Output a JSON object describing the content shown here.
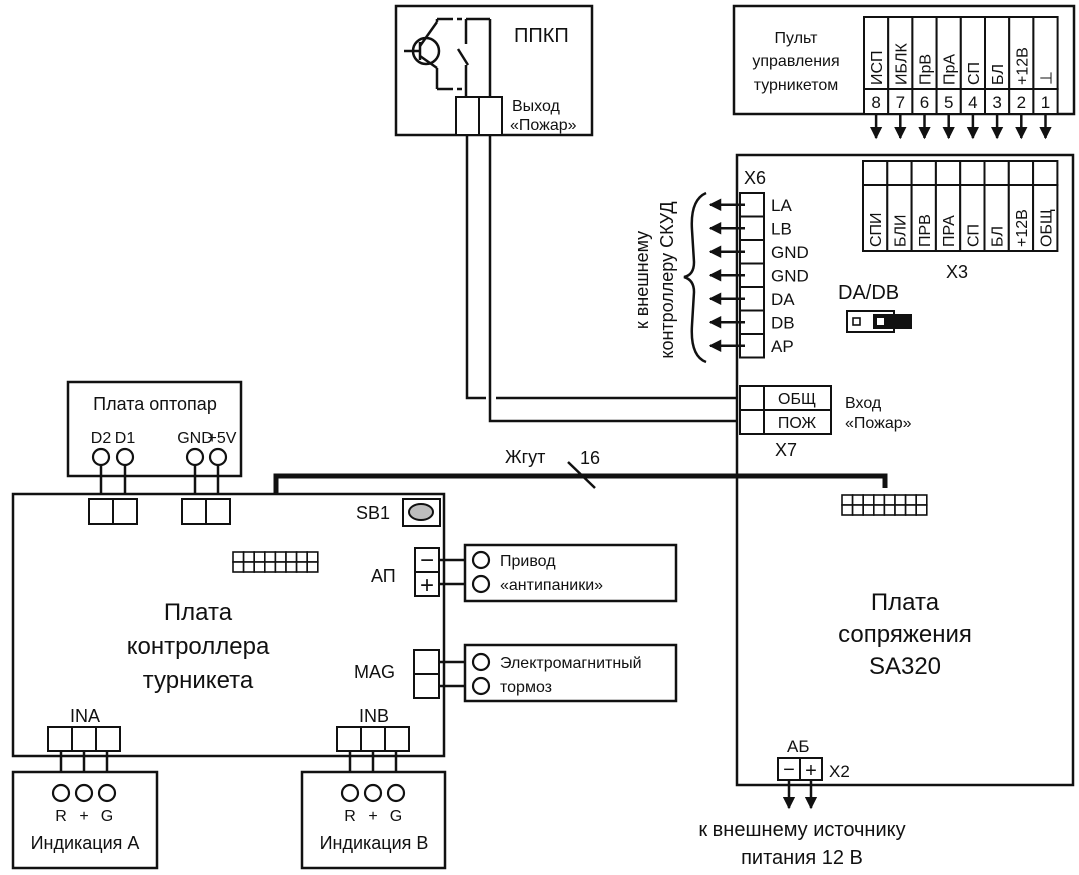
{
  "diagram": {
    "ppkp": {
      "title": "ППКП",
      "output_label_line1": "Выход",
      "output_label_line2": "«Пожар»"
    },
    "remote": {
      "title_line1": "Пульт",
      "title_line2": "управления",
      "title_line3": "турникетом",
      "pins": [
        {
          "label": "ИСП",
          "num": "8"
        },
        {
          "label": "ИБЛК",
          "num": "7"
        },
        {
          "label": "ПрВ",
          "num": "6"
        },
        {
          "label": "ПрА",
          "num": "5"
        },
        {
          "label": "СП",
          "num": "4"
        },
        {
          "label": "БЛ",
          "num": "3"
        },
        {
          "label": "+12В",
          "num": "2"
        },
        {
          "label": "⊥",
          "num": "1"
        }
      ]
    },
    "sa320": {
      "title_line1": "Плата",
      "title_line2": "сопряжения",
      "title_line3": "SA320",
      "x3": {
        "name": "X3",
        "pins": [
          "СПИ",
          "БЛИ",
          "ПРВ",
          "ПРА",
          "СП",
          "БЛ",
          "+12В",
          "ОБЩ"
        ]
      },
      "x6": {
        "name": "X6",
        "pins": [
          "LA",
          "LB",
          "GND",
          "GND",
          "DA",
          "DB",
          "AP"
        ],
        "external_line1": "к внешнему",
        "external_line2": "контроллеру СКУД"
      },
      "jumper_label": "DA/DB",
      "x7": {
        "name": "X7",
        "pins": [
          "ОБЩ",
          "ПОЖ"
        ],
        "input_line1": "Вход",
        "input_line2": "«Пожар»"
      },
      "x2": {
        "name": "X2",
        "label": "АБ",
        "pins": [
          "−",
          "+"
        ],
        "power_line1": "к  внешнему источнику",
        "power_line2": "питания 12 В"
      }
    },
    "harness": {
      "label": "Жгут",
      "count": "16"
    },
    "optocoupler": {
      "title": "Плата оптопар",
      "pins": [
        "D2",
        "D1",
        "GND",
        "+5V"
      ]
    },
    "controller": {
      "title_line1": "Плата",
      "title_line2": "контроллера",
      "title_line3": "турникета",
      "sb1_label": "SB1",
      "ap_label": "АП",
      "ap_pins": [
        "−",
        "+"
      ],
      "mag_label": "MAG",
      "ina_label": "INA",
      "inb_label": "INB"
    },
    "antipanic": {
      "line1": "Привод",
      "line2": "«антипаники»"
    },
    "brake": {
      "line1": "Электромагнитный",
      "line2": "тормоз"
    },
    "indication_a": {
      "title": "Индикация А",
      "pins": [
        "R",
        "+",
        "G"
      ]
    },
    "indication_b": {
      "title": "Индикация В",
      "pins": [
        "R",
        "+",
        "G"
      ]
    }
  }
}
